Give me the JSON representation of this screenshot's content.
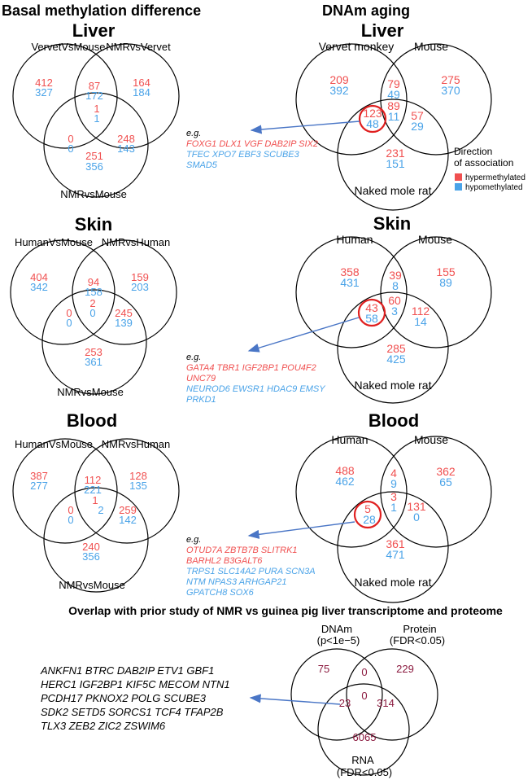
{
  "colors": {
    "hyper": "#f05050",
    "hypo": "#4aa3e8",
    "rna_num": "#8b1a3f",
    "ring": "#e02020",
    "arrow": "#4a76c6"
  },
  "headers": {
    "left": "Basal methylation difference",
    "right": "DNAm aging"
  },
  "legend": {
    "title_line1": "Direction",
    "title_line2": "of association",
    "items": [
      {
        "label": "hypermethylated",
        "color": "#f05050"
      },
      {
        "label": "hypomethylated",
        "color": "#4aa3e8"
      }
    ]
  },
  "basal": {
    "liver": {
      "title": "Liver",
      "set_a": "VervetVsMouse",
      "set_b": "NMRvsVervet",
      "set_c": "NMRvsMouse",
      "regions": {
        "a": [
          "412",
          "327"
        ],
        "ab": [
          "87",
          "172"
        ],
        "b": [
          "164",
          "184"
        ],
        "ac": [
          "0",
          "0"
        ],
        "abc": [
          "1",
          "1"
        ],
        "bc": [
          "248",
          "143"
        ],
        "c": [
          "251",
          "356"
        ]
      }
    },
    "skin": {
      "title": "Skin",
      "set_a": "HumanVsMouse",
      "set_b": "NMRvsHuman",
      "set_c": "NMRvsMouse",
      "regions": {
        "a": [
          "404",
          "342"
        ],
        "ab": [
          "94",
          "158"
        ],
        "b": [
          "159",
          "203"
        ],
        "ac": [
          "0",
          "0"
        ],
        "abc": [
          "2",
          "0"
        ],
        "bc": [
          "245",
          "139"
        ],
        "c": [
          "253",
          "361"
        ]
      }
    },
    "blood": {
      "title": "Blood",
      "set_a": "HumanVsMouse",
      "set_b": "NMRvsHuman",
      "set_c": "NMRvsMouse",
      "regions": {
        "a": [
          "387",
          "277"
        ],
        "ab": [
          "112",
          "221"
        ],
        "b": [
          "128",
          "135"
        ],
        "ac": [
          "0",
          "0"
        ],
        "abc": [
          "1",
          "2"
        ],
        "bc": [
          "259",
          "142"
        ],
        "c": [
          "240",
          "356"
        ]
      }
    }
  },
  "aging": {
    "liver": {
      "title": "Liver",
      "set_a": "Vervet monkey",
      "set_b": "Mouse",
      "set_c": "Naked mole rat",
      "regions": {
        "a": [
          "209",
          "392"
        ],
        "ab": [
          "79",
          "49"
        ],
        "b": [
          "275",
          "370"
        ],
        "ac": [
          "123",
          "48"
        ],
        "abc": [
          "89",
          "11"
        ],
        "bc": [
          "57",
          "29"
        ],
        "c": [
          "231",
          "151"
        ]
      },
      "eg": "e.g.",
      "genes_hyper": [
        "FOXG1 DLX1 VGF DAB2IP SIX2"
      ],
      "genes_hypo": [
        "TFEC XPO7 EBF3 SCUBE3",
        "SMAD5"
      ]
    },
    "skin": {
      "title": "Skin",
      "set_a": "Human",
      "set_b": "Mouse",
      "set_c": "Naked mole rat",
      "regions": {
        "a": [
          "358",
          "431"
        ],
        "ab": [
          "39",
          "8"
        ],
        "b": [
          "155",
          "89"
        ],
        "ac": [
          "43",
          "58"
        ],
        "abc": [
          "60",
          "3"
        ],
        "bc": [
          "112",
          "14"
        ],
        "c": [
          "285",
          "425"
        ]
      },
      "eg": "e.g.",
      "genes_hyper": [
        "GATA4 TBR1 IGF2BP1 POU4F2",
        "UNC79"
      ],
      "genes_hypo": [
        "NEUROD6 EWSR1 HDAC9 EMSY",
        "PRKD1"
      ]
    },
    "blood": {
      "title": "Blood",
      "set_a": "Human",
      "set_b": "Mouse",
      "set_c": "Naked mole rat",
      "regions": {
        "a": [
          "488",
          "462"
        ],
        "ab": [
          "4",
          "9"
        ],
        "b": [
          "362",
          "65"
        ],
        "ac": [
          "5",
          "28"
        ],
        "abc": [
          "3",
          "1"
        ],
        "bc": [
          "131",
          "0"
        ],
        "c": [
          "361",
          "471"
        ]
      },
      "eg": "e.g.",
      "genes_hyper": [
        "OTUD7A ZBTB7B SLITRK1",
        "BARHL2 B3GALT6"
      ],
      "genes_hypo": [
        "TRPS1 SLC14A2 PURA SCN3A",
        "NTM NPAS3 ARHGAP21",
        "GPATCH8 SOX6"
      ]
    }
  },
  "overlap": {
    "title": "Overlap with prior study of NMR vs guinea pig liver transcriptome and proteome",
    "set_a": [
      "DNAm",
      "(p<1e−5)"
    ],
    "set_b": [
      "Protein",
      "(FDR<0.05)"
    ],
    "set_c": [
      "RNA",
      "(FDR<0.05)"
    ],
    "regions": {
      "a": "75",
      "ab": "0",
      "b": "229",
      "ac": "23",
      "abc": "0",
      "bc": "314",
      "c": "6065"
    },
    "genes": [
      "ANKFN1 BTRC DAB2IP ETV1 GBF1",
      "HERC1 IGF2BP1 KIF5C MECOM NTN1",
      "PCDH17 PKNOX2 POLG SCUBE3",
      "SDK2 SETD5 SORCS1 TCF4 TFAP2B",
      "TLX3 ZEB2 ZIC2 ZSWIM6"
    ]
  }
}
